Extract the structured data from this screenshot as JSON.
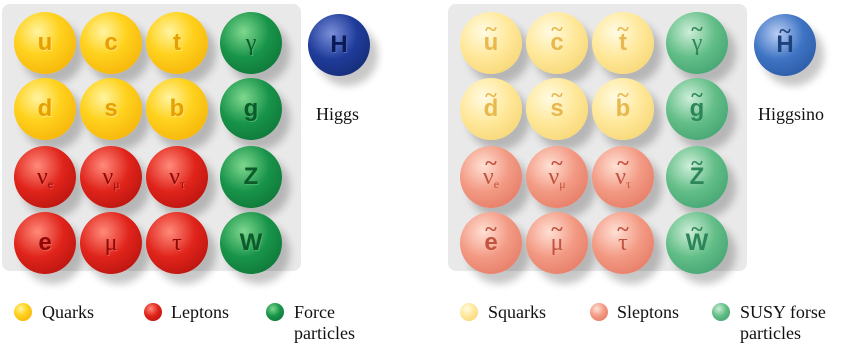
{
  "sm": {
    "balls": [
      {
        "sym": "u"
      },
      {
        "sym": "c"
      },
      {
        "sym": "t"
      },
      {
        "sym": "γ"
      },
      {
        "sym": "d"
      },
      {
        "sym": "s"
      },
      {
        "sym": "b"
      },
      {
        "sym": "g"
      },
      {
        "sym": "ν",
        "sub": "e"
      },
      {
        "sym": "ν",
        "sub": "μ"
      },
      {
        "sym": "ν",
        "sub": "τ"
      },
      {
        "sym": "Z"
      },
      {
        "sym": "e"
      },
      {
        "sym": "μ"
      },
      {
        "sym": "τ"
      },
      {
        "sym": "W"
      },
      {
        "sym": "H"
      }
    ],
    "higgs_label": "Higgs",
    "legend": {
      "quarks": "Quarks",
      "leptons": "Leptons",
      "force_line1": "Force",
      "force_line2": "particles"
    }
  },
  "susy": {
    "tilde": "~",
    "balls": [
      {
        "sym": "u"
      },
      {
        "sym": "c"
      },
      {
        "sym": "t"
      },
      {
        "sym": "γ"
      },
      {
        "sym": "d"
      },
      {
        "sym": "s"
      },
      {
        "sym": "b"
      },
      {
        "sym": "g"
      },
      {
        "sym": "ν",
        "sub": "e"
      },
      {
        "sym": "ν",
        "sub": "μ"
      },
      {
        "sym": "ν",
        "sub": "τ"
      },
      {
        "sym": "Z"
      },
      {
        "sym": "e"
      },
      {
        "sym": "μ"
      },
      {
        "sym": "τ"
      },
      {
        "sym": "W"
      },
      {
        "sym": "H"
      }
    ],
    "higgs_label": "Higgsino",
    "legend": {
      "quarks": "Squarks",
      "leptons": "Sleptons",
      "force_line1": "SUSY forse",
      "force_line2": "particles"
    }
  },
  "colors": {
    "quark": "#ffd21e",
    "lepton": "#e0241b",
    "force": "#18944a",
    "higgs": "#1f3c9a",
    "squark": "#ffe89a",
    "slepton": "#f39a84",
    "sforce": "#63be87",
    "higgsino": "#3f74c4"
  }
}
